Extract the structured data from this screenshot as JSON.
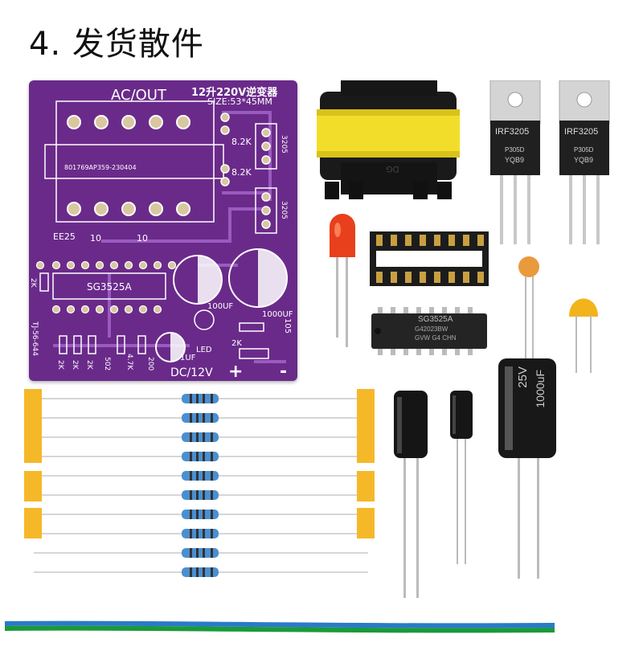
{
  "heading": "4. 发货散件",
  "pcb": {
    "ac_out": "AC/OUT",
    "title": "12升220V逆变器",
    "size": "SIZE:53*45MM",
    "transformer_label": "EE25",
    "transformer_code": "801769AP359-230404",
    "ic_label": "SG3525A",
    "r_top1": "8.2K",
    "r_top2": "8.2K",
    "mos1": "3205",
    "mos2": "3205",
    "r10a": "10",
    "r10b": "10",
    "r2k_left": "2K",
    "cap100": "100UF",
    "cap1000": "1000UF",
    "c105": "105",
    "led": "LED",
    "r2k_right": "2K",
    "c1uf": "1UF",
    "dc": "DC/12V",
    "plus": "+",
    "minus": "-",
    "board_id": "TJ-56-644",
    "bottom_res": [
      "2K",
      "2K",
      "2K",
      "502",
      "4.7K",
      "200"
    ]
  },
  "mosfets": [
    {
      "part": "IRF3205",
      "lot": "P305D",
      "code": "YQB9"
    },
    {
      "part": "IRF3205",
      "lot": "P305D",
      "code": "YQB9"
    }
  ],
  "ic_chip": {
    "part": "SG3525A",
    "line2": "G42023BW",
    "line3": "GVW G4 CHN"
  },
  "transformer_mark": "DG",
  "big_cap": {
    "voltage": "25V",
    "value": "1000uF"
  }
}
